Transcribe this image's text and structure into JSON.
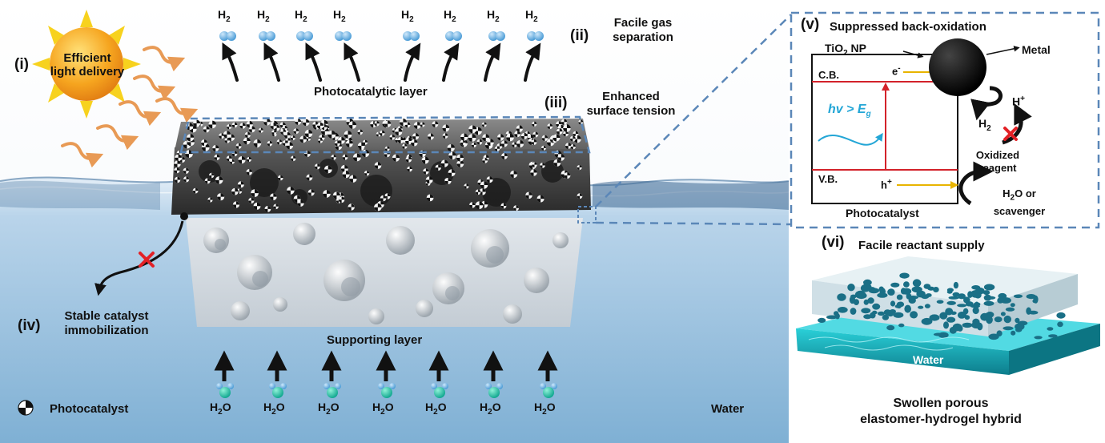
{
  "colors": {
    "water_top": "#c9dff0",
    "water_bottom": "#7fb3d6",
    "sun": "#f5a81c",
    "arrow_orange": "#e89a55",
    "dash_box": "#5b87b8",
    "band_line": "#d3222a",
    "hv_text": "#23a6d6",
    "electron_arrow": "#e8b400",
    "h2_molecule": "#6fb7e6",
    "cross": "#e32126",
    "hydrogel": "#2bb8c9"
  },
  "labels": {
    "i_num": "(i)",
    "sun_line1": "Efficient",
    "sun_line2": "light delivery",
    "ii_num": "(ii)",
    "ii_line1": "Facile gas",
    "ii_line2": "separation",
    "iii_num": "(iii)",
    "iii_line1": "Enhanced",
    "iii_line2": "surface tension",
    "iv_num": "(iv)",
    "iv_line1": "Stable catalyst",
    "iv_line2": "immobilization",
    "v_num": "(v)",
    "v_title": "Suppressed back-oxidation",
    "vi_num": "(vi)",
    "vi_title": "Facile reactant supply",
    "photocatalytic_layer": "Photocatalytic layer",
    "supporting_layer": "Supporting layer",
    "photocatalyst_legend": "Photocatalyst",
    "water": "Water",
    "hybrid_line1": "Swollen porous",
    "hybrid_line2": "elastomer-hydrogel hybrid",
    "hybrid_water": "Water"
  },
  "molecules": {
    "h2": "H",
    "h2_sub": "2",
    "h2o_h": "H",
    "h2o_sub": "2",
    "h2o_o": "O"
  },
  "inset": {
    "tio2": "TiO",
    "tio2_sub": "2",
    "tio2_suffix": " NP",
    "metal": "Metal",
    "cb": "C.B.",
    "vb": "V.B.",
    "electron": "e",
    "electron_sup": "-",
    "hole": "h",
    "hole_sup": "+",
    "hv_prefix": "hv > E",
    "hv_sub": "g",
    "hplus": "H",
    "hplus_sup": "+",
    "h2": "H",
    "h2_sub": "2",
    "oxidized_line1": "Oxidized",
    "oxidized_line2": "reagent",
    "h2o_line1_a": "H",
    "h2o_line1_sub": "2",
    "h2o_line1_b": "O or",
    "h2o_line2": "scavenger",
    "photocatalyst": "Photocatalyst"
  }
}
